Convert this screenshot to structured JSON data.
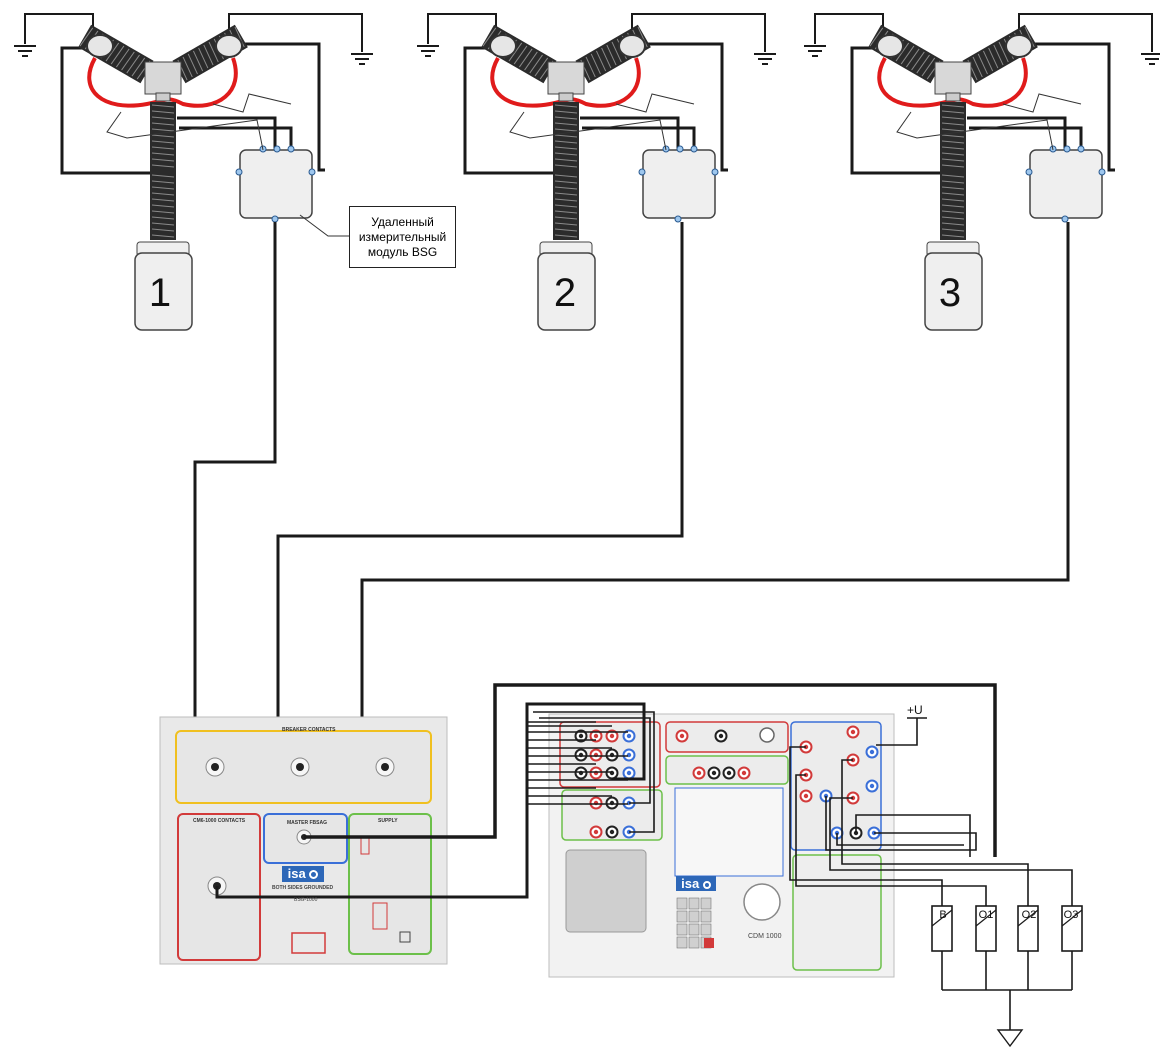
{
  "breakers": [
    {
      "number": "1"
    },
    {
      "number": "2"
    },
    {
      "number": "3"
    }
  ],
  "callout": {
    "lines": [
      "Удаленный",
      "измерительный",
      "модуль BSG"
    ]
  },
  "bsg_unit": {
    "group_breaker_contacts": "BREAKER CONTACTS",
    "group_cm_contacts": "CM6-1000 CONTACTS",
    "group_master_relay": "MASTER FBSAG",
    "group_supply": "SUPPLY",
    "logo": "isa",
    "caption": "BOTH SIDES GROUNDED",
    "model": "BSG-1000"
  },
  "cdm_unit": {
    "logo": "isa",
    "model": "CDM 1000"
  },
  "supply": {
    "label": "+U"
  },
  "contactors": [
    {
      "label": "B"
    },
    {
      "label": "O1"
    },
    {
      "label": "O2"
    },
    {
      "label": "O3"
    }
  ],
  "colors": {
    "wire": "#1a1a1a",
    "red_lead": "#e01b1b",
    "yellow_group": "#f0c020",
    "red_group": "#d23a3a",
    "blue_group": "#3a6fd8",
    "green_group": "#6cc04a",
    "panel_bg": "#e9e9e9",
    "logo_blue": "#2d67b8",
    "box_fill": "#efefef"
  },
  "icons": [
    "ground-icon",
    "terminal-socket-icon",
    "insulator-icon"
  ]
}
